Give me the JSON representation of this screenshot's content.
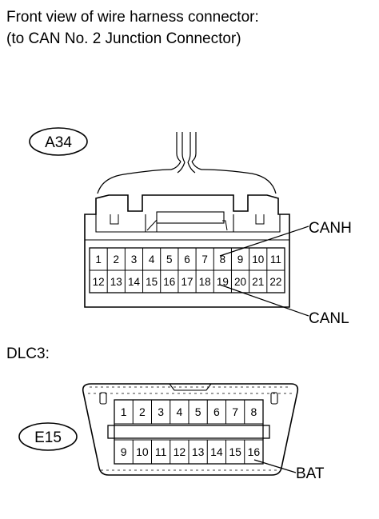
{
  "header": {
    "line1": "Front view of wire harness connector:",
    "line2": "(to CAN No. 2 Junction Connector)"
  },
  "connector_a34": {
    "id": "A34",
    "pins_top": [
      "1",
      "2",
      "3",
      "4",
      "5",
      "6",
      "7",
      "8",
      "9",
      "10",
      "11"
    ],
    "pins_bottom": [
      "12",
      "13",
      "14",
      "15",
      "16",
      "17",
      "18",
      "19",
      "20",
      "21",
      "22"
    ],
    "callouts": {
      "canh": "CANH",
      "canl": "CANL"
    }
  },
  "dlc3": {
    "heading": "DLC3:",
    "id": "E15",
    "pins_top": [
      "1",
      "2",
      "3",
      "4",
      "5",
      "6",
      "7",
      "8"
    ],
    "pins_bottom": [
      "9",
      "10",
      "11",
      "12",
      "13",
      "14",
      "15",
      "16"
    ],
    "callouts": {
      "bat": "BAT"
    }
  }
}
